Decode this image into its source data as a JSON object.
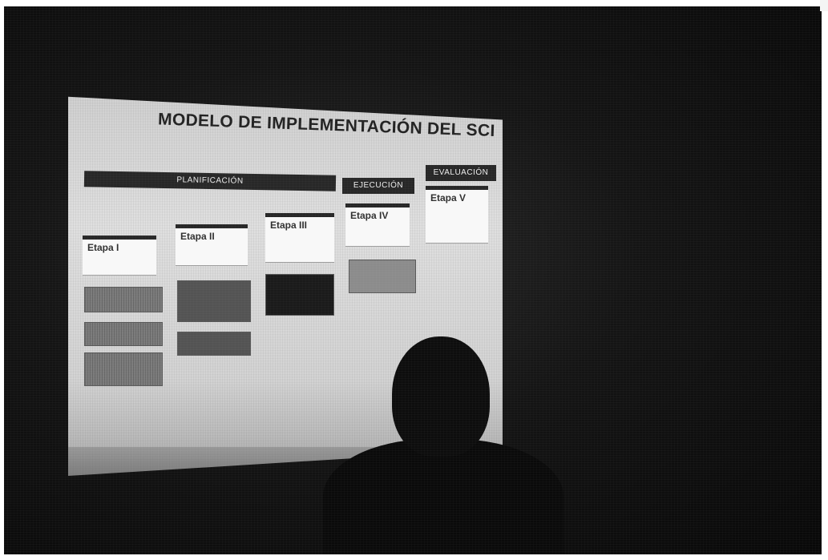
{
  "slide": {
    "title": "MODELO DE IMPLEMENTACIÓN DEL SCI",
    "headers": {
      "planificacion": "PLANIFICACIÓN",
      "ejecucion": "EJECUCIÓN",
      "evaluacion": "EVALUACIÓN"
    },
    "etapas": [
      {
        "label": "Etapa I"
      },
      {
        "label": "Etapa II"
      },
      {
        "label": "Etapa III"
      },
      {
        "label": "Etapa IV"
      },
      {
        "label": "Etapa V"
      }
    ]
  },
  "colors": {
    "background": "#111111",
    "screen": "#d6d6d6",
    "header_bar": "#2b2b2b",
    "box_dark": "#1f1f1f",
    "box_gray": "#7a7a7a"
  }
}
